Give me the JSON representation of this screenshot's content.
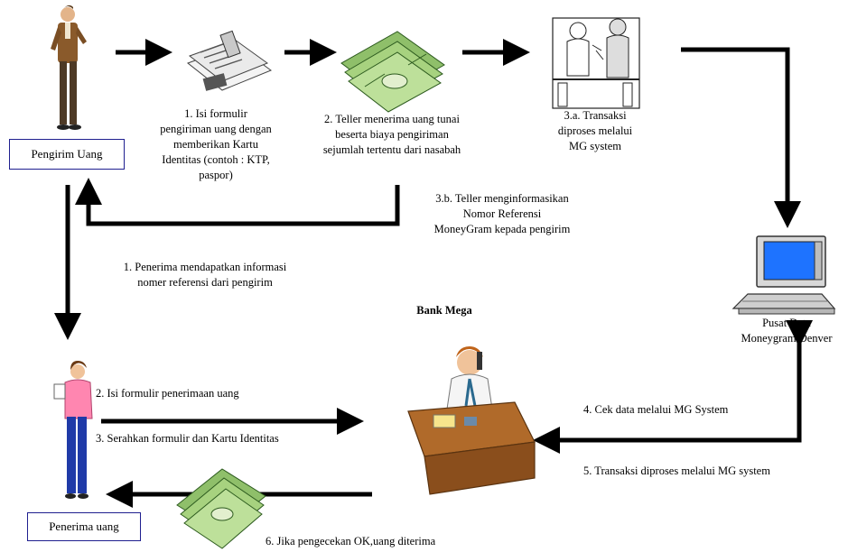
{
  "boxes": {
    "sender": "Pengirim Uang",
    "receiver": "Penerima uang"
  },
  "steps": {
    "s1": [
      "1. Isi formulir",
      "pengiriman uang dengan",
      "memberikan Kartu",
      "Identitas (contoh : KTP,",
      "paspor)"
    ],
    "s2": [
      "2. Teller menerima uang tunai",
      "beserta biaya pengiriman",
      "sejumlah tertentu  dari nasabah"
    ],
    "s3a": [
      "3.a. Transaksi",
      "diproses melalui",
      "MG system"
    ],
    "s3b": [
      "3.b. Teller menginformasikan",
      "Nomor Referensi",
      "MoneyGram kepada pengirim"
    ],
    "r1": [
      "1. Penerima mendapatkan informasi",
      "nomer referensi dari pengirim"
    ],
    "bank": "Bank Mega",
    "pusat": [
      "Pusat Data",
      "Moneygram Denver"
    ],
    "r2": "2. Isi formulir penerimaan uang",
    "r3": "3. Serahkan formulir dan Kartu Identitas",
    "r4": "4. Cek data melalui MG System",
    "r5": "5. Transaksi diproses melalui MG system",
    "r6": "6. Jika pengecekan OK,uang diterima"
  }
}
